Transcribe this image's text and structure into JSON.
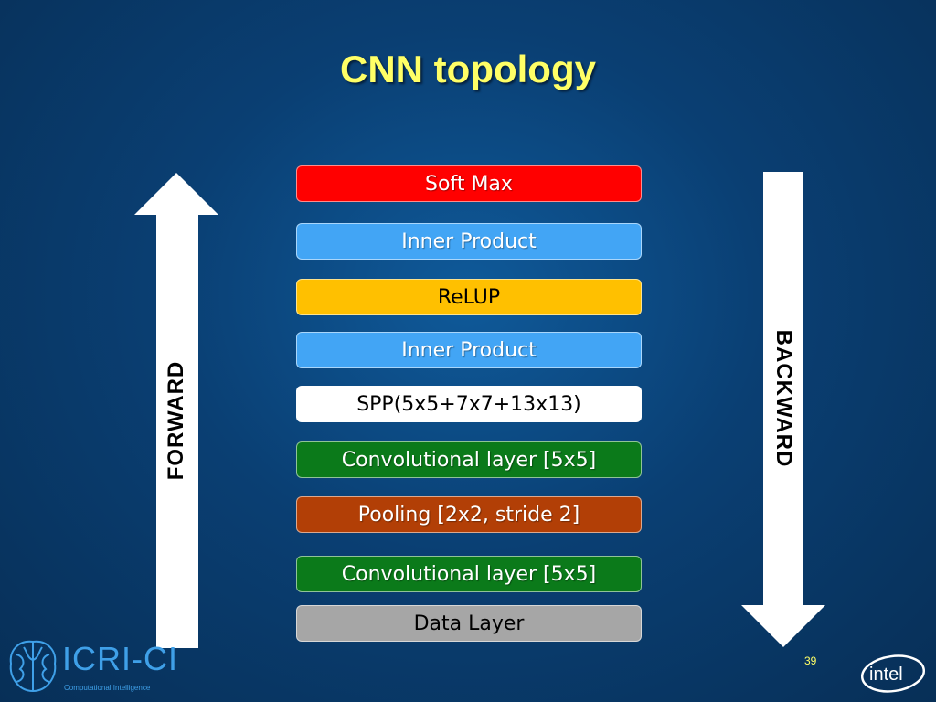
{
  "slide": {
    "title": "CNN  topology",
    "page_number": "39"
  },
  "arrows": {
    "forward_label": "FORWARD",
    "backward_label": "BACKWARD"
  },
  "layers": [
    {
      "label": "Soft Max",
      "color": "#ff0000"
    },
    {
      "label": "Inner Product",
      "color": "#42a5f5"
    },
    {
      "label": "ReLUP",
      "color": "#ffc000"
    },
    {
      "label": "Inner Product",
      "color": "#42a5f5"
    },
    {
      "label": "SPP(5x5+7x7+13x13)",
      "color": "#ffffff"
    },
    {
      "label": "Convolutional layer [5x5]",
      "color": "#0b7a1a"
    },
    {
      "label": "Pooling [2x2, stride 2]",
      "color": "#b23f06"
    },
    {
      "label": "Convolutional layer [5x5]",
      "color": "#0b7a1a"
    },
    {
      "label": "Data Layer",
      "color": "#a6a6a6"
    }
  ],
  "logos": {
    "icri_text": "ICRI-CI",
    "icri_sub": "Computational Intelligence",
    "intel_text": "intel"
  }
}
